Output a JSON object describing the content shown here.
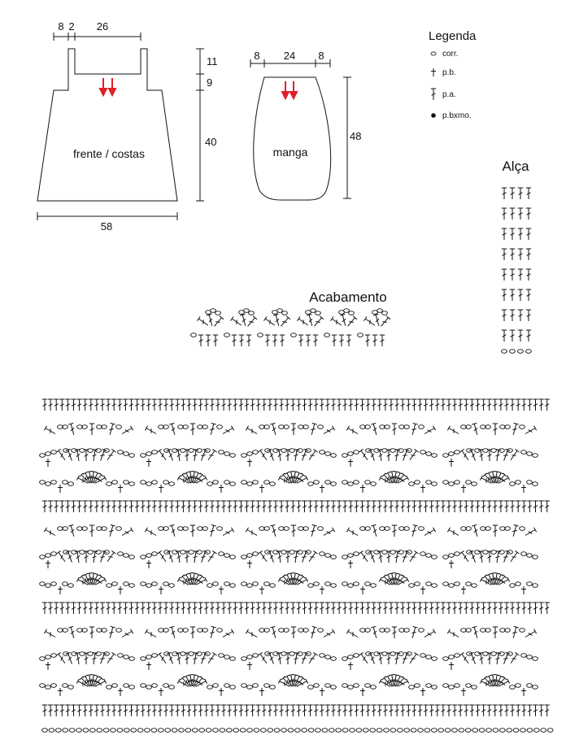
{
  "front_back": {
    "label": "frente / costas",
    "dims": {
      "strap_outer": "8",
      "strap_gap": "2",
      "neck": "26",
      "strap_height": "11",
      "armhole": "9",
      "body_height": "40",
      "bottom_width": "58"
    }
  },
  "sleeve": {
    "label": "manga",
    "dims": {
      "left": "8",
      "top": "24",
      "right": "8",
      "height": "48"
    }
  },
  "legend": {
    "title": "Legenda",
    "items": [
      {
        "symbol": "chain",
        "label": "corr."
      },
      {
        "symbol": "single-crochet",
        "label": "p.b."
      },
      {
        "symbol": "double-crochet",
        "label": "p.a."
      },
      {
        "symbol": "slip-stitch",
        "label": "p.bxmo."
      }
    ]
  },
  "strap": {
    "title": "Alça"
  },
  "edging": {
    "title": "Acabamento"
  },
  "colors": {
    "ink": "#111111",
    "arrow": "#e0202a"
  }
}
